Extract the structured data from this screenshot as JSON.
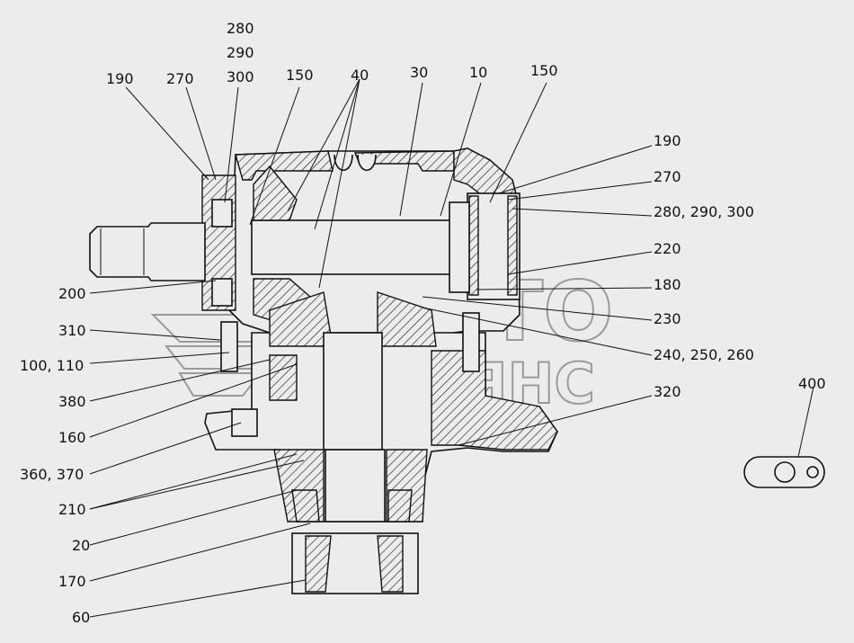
{
  "labels": {
    "l190a": "190",
    "l270a": "270",
    "l280a": "280",
    "l290a": "290",
    "l300a": "300",
    "l150a": "150",
    "l40": "40",
    "l30": "30",
    "l10": "10",
    "l150b": "150",
    "l190b": "190",
    "l270b": "270",
    "l280b": "280, 290, 300",
    "l220": "220",
    "l180": "180",
    "l230": "230",
    "l240": "240, 250, 260",
    "l320": "320",
    "l200": "200",
    "l310": "310",
    "l100": "100, 110",
    "l380": "380",
    "l160": "160",
    "l360": "360, 370",
    "l210": "210",
    "l20": "20",
    "l170": "170",
    "l60": "60",
    "l400": "400"
  },
  "watermark": {
    "line1": "АВТО",
    "line2": "АЛЬЯНС"
  }
}
